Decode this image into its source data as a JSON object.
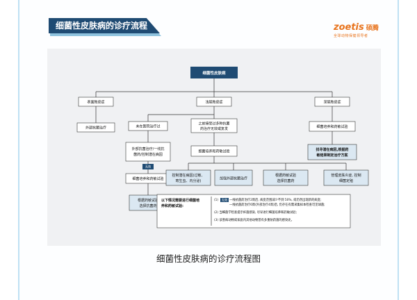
{
  "header": {
    "title": "细菌性皮肤病的诊疗流程",
    "brand_name": "zoetis",
    "brand_cn": "硕腾",
    "brand_slogan": "全球动物保健领导者"
  },
  "diagram": {
    "root": "细菌性皮肤病",
    "branches": [
      "表面脓皮症",
      "浅层脓皮症",
      "深层脓皮症"
    ],
    "surface_treatment": "外部抗菌治疗",
    "not_treated": "未在医院治疗过",
    "failed_line1": "之前接受过多种抗菌",
    "failed_line2": "药治疗无效或复发",
    "deep_test": "细菌培养和药敏试验",
    "topical_line1": "外部抗菌治疗/一线抗",
    "topical_line2": "菌药/控制潜在病因",
    "invalid_tag": "无效",
    "left_culture": "细菌培养和药敏试验",
    "left_select_line1": "根据药敏试验",
    "left_select_line2": "选择抗菌药",
    "mid_culture": "细菌培养和药敏试验",
    "deep_result_line1": "找寻潜在病因,根据药",
    "deep_result_line2": "敏结果制定治疗方案",
    "control_line1": "控制潜在病因(过敏、",
    "control_line2": "寄生虫、内分泌)",
    "strengthen": "加强外部抗菌治疗",
    "mid_select_line1": "根据药敏试验",
    "mid_select_line2": "选择抗菌药",
    "manage_line1": "管理皮肤炎症, 控制",
    "manage_line2": "细菌定殖",
    "note_heading_line1": "以下情况需要进行细菌培",
    "note_heading_line2": "养和药敏试验:",
    "note1_num": "(1)",
    "note1_tag": "无效",
    "note1_text": "一线抗菌药治疗2周后, 病变范围减少不到 50%, 或仍然出现新的病变;",
    "note1_text2": "一线抗菌药治疗6周(外部治疗4周)后, 仍存在有需采集样本检查可见球菌;",
    "note2": "(2) 当细菌学检查提示杆菌感染, 尽早进行细菌培养和药敏试验;",
    "note3": "(3) 该患病动物或家庭内其他动物曾有多重耐药菌的感染史。"
  },
  "caption": "细菌性皮肤病的诊疗流程图"
}
